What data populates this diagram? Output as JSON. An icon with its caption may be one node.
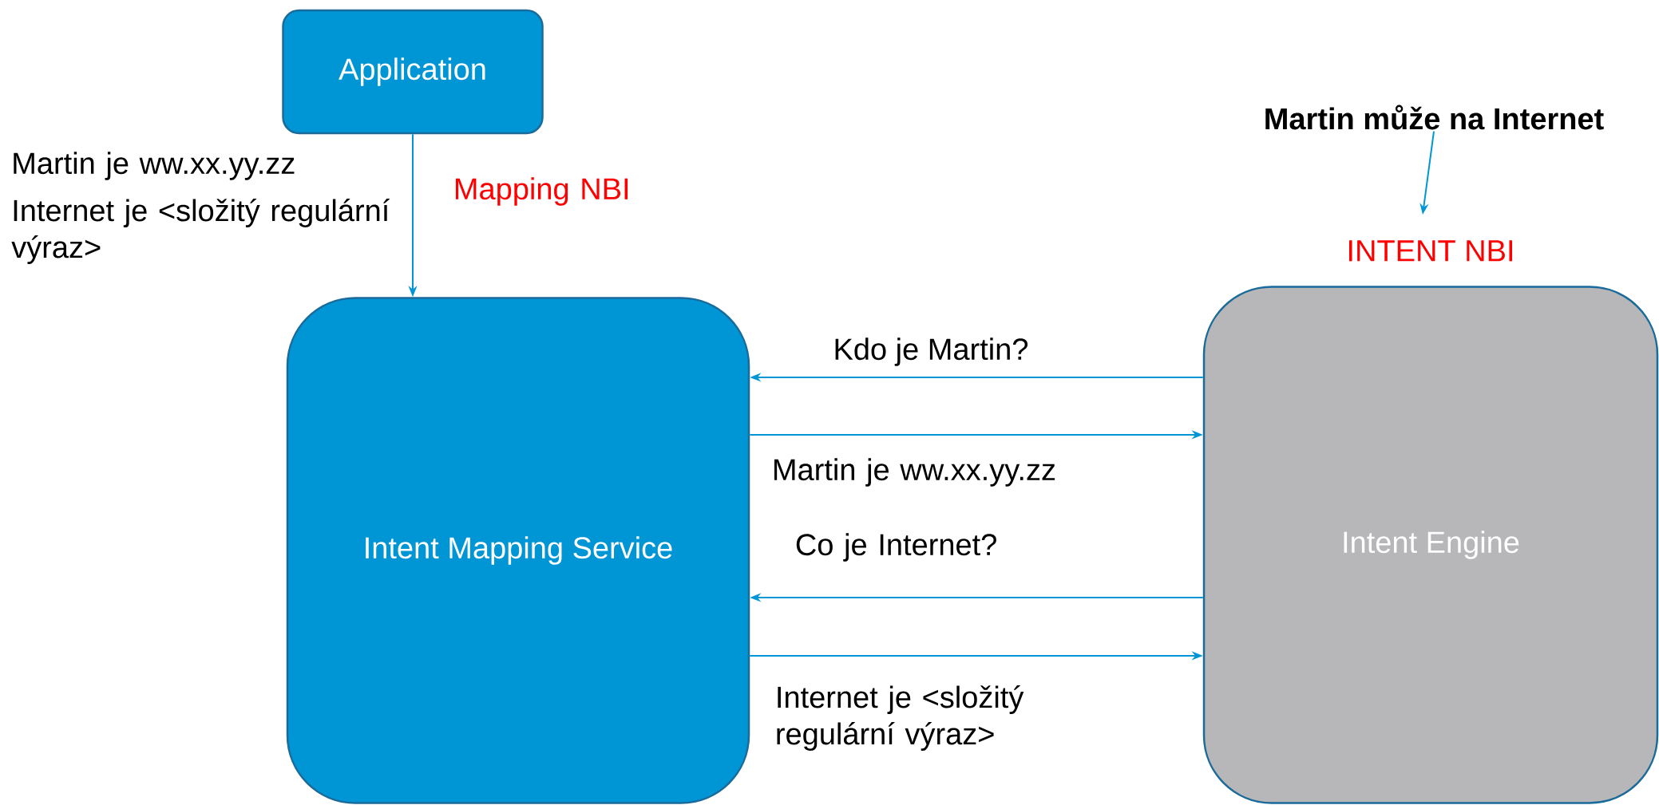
{
  "diagram": {
    "nodes": [
      {
        "text": [
          "Application"
        ]
      },
      {
        "text": [
          "Intent Mapping Service"
        ]
      },
      {
        "text": [
          "Intent Engine"
        ],
        "beside": [
          "INTENT NBI"
        ]
      },
      {
        "text": [
          "Martin může na Internet"
        ]
      }
    ],
    "edges": [
      {
        "from": 0,
        "to": 1,
        "arrow": "to",
        "label": "Mapping NBI"
      },
      {
        "from": 3,
        "to": null,
        "arrow": "to"
      },
      {
        "from": 2,
        "to": 1,
        "arrow": "to",
        "label": "Kdo je Martin?"
      },
      {
        "from": 1,
        "to": 2,
        "arrow": "to",
        "label": "Martin je ww.xx.yy.zz"
      },
      {
        "from": 2,
        "to": 1,
        "arrow": "to",
        "label": "Co je Internet?"
      },
      {
        "from": 1,
        "to": 2,
        "arrow": "to",
        "label": "Internet je <složitý regulární výraz>"
      }
    ],
    "labels": [
      "Martin je ww.xx.yy.zz",
      "Internet je <složitý regulární výraz>"
    ]
  }
}
